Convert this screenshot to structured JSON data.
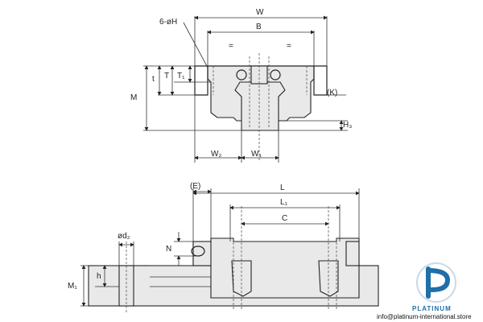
{
  "labels": {
    "holes": "6-øH",
    "W": "W",
    "B": "B",
    "T": "T",
    "T1": "T₁",
    "t": "t",
    "M": "M",
    "K": "(K)",
    "H3": "H₃",
    "W2": "W₂",
    "W1": "W₁",
    "E": "(E)",
    "L": "L",
    "L1": "L₁",
    "C": "C",
    "d2": "ød₂",
    "N": "N",
    "h": "h",
    "M1": "M₁"
  },
  "brand": {
    "name": "PLATINUM",
    "url": "info@platinum-international.store",
    "color": "#1f6fa8"
  }
}
